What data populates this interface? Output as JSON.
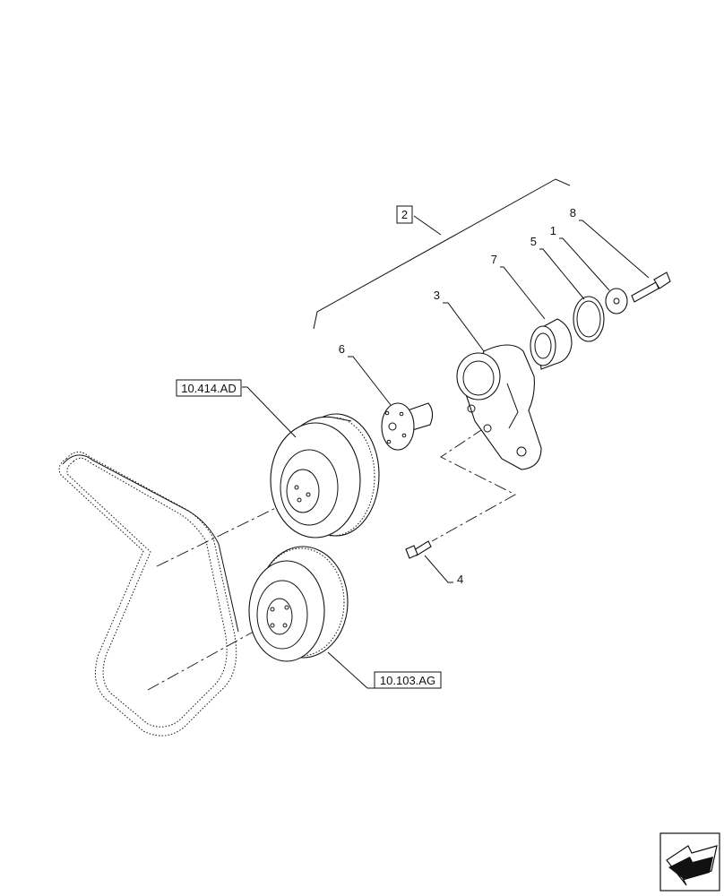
{
  "callouts": {
    "group": "2",
    "p1": "1",
    "p3": "3",
    "p4": "4",
    "p5": "5",
    "p6": "6",
    "p7": "7",
    "p8": "8"
  },
  "references": {
    "ref_ad": "10.414.AD",
    "ref_ag": "10.103.AG"
  },
  "nav": {
    "icon": "next-page-arrow-icon"
  }
}
